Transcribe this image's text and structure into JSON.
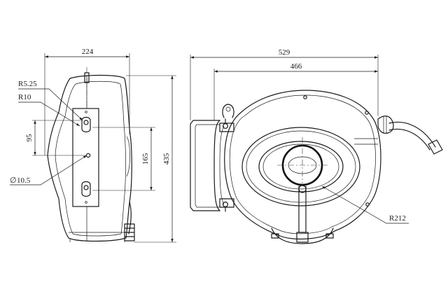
{
  "dimensions": {
    "side_width": "224",
    "front_width_total": "529",
    "front_width_drum": "466",
    "height": "435",
    "hole_spacing": "165",
    "slot_length": "95",
    "radius_small": "R5.25",
    "radius_slot": "R10",
    "hole_diameter": "10.5",
    "drum_radius": "R212"
  },
  "symbols": {
    "diameter": "∅"
  }
}
